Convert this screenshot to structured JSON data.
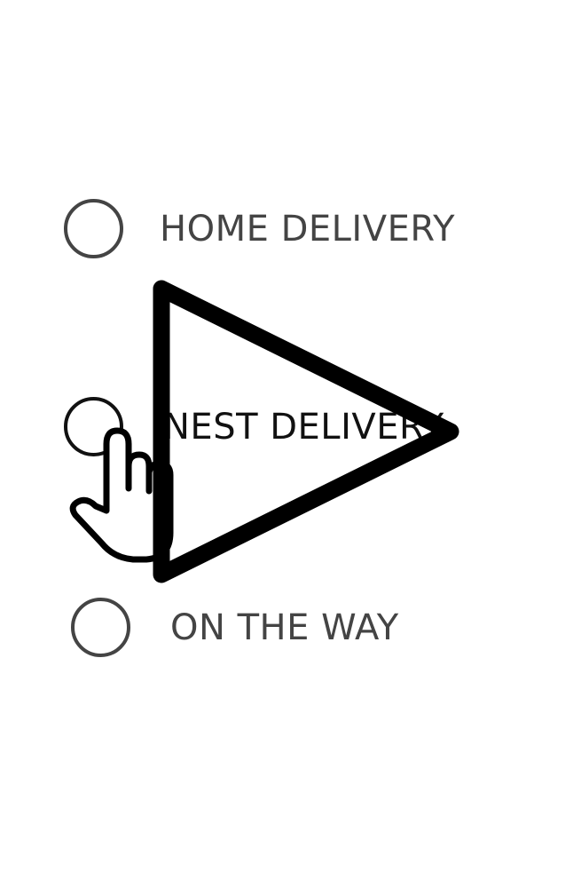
{
  "options": [
    {
      "label": "HOME DELIVERY",
      "selected": false
    },
    {
      "label": "NEST DELIVERY",
      "selected": false
    },
    {
      "label": "ON THE WAY",
      "selected": false
    }
  ],
  "icons": {
    "play": "play-icon",
    "pointer": "hand-pointer-icon"
  }
}
